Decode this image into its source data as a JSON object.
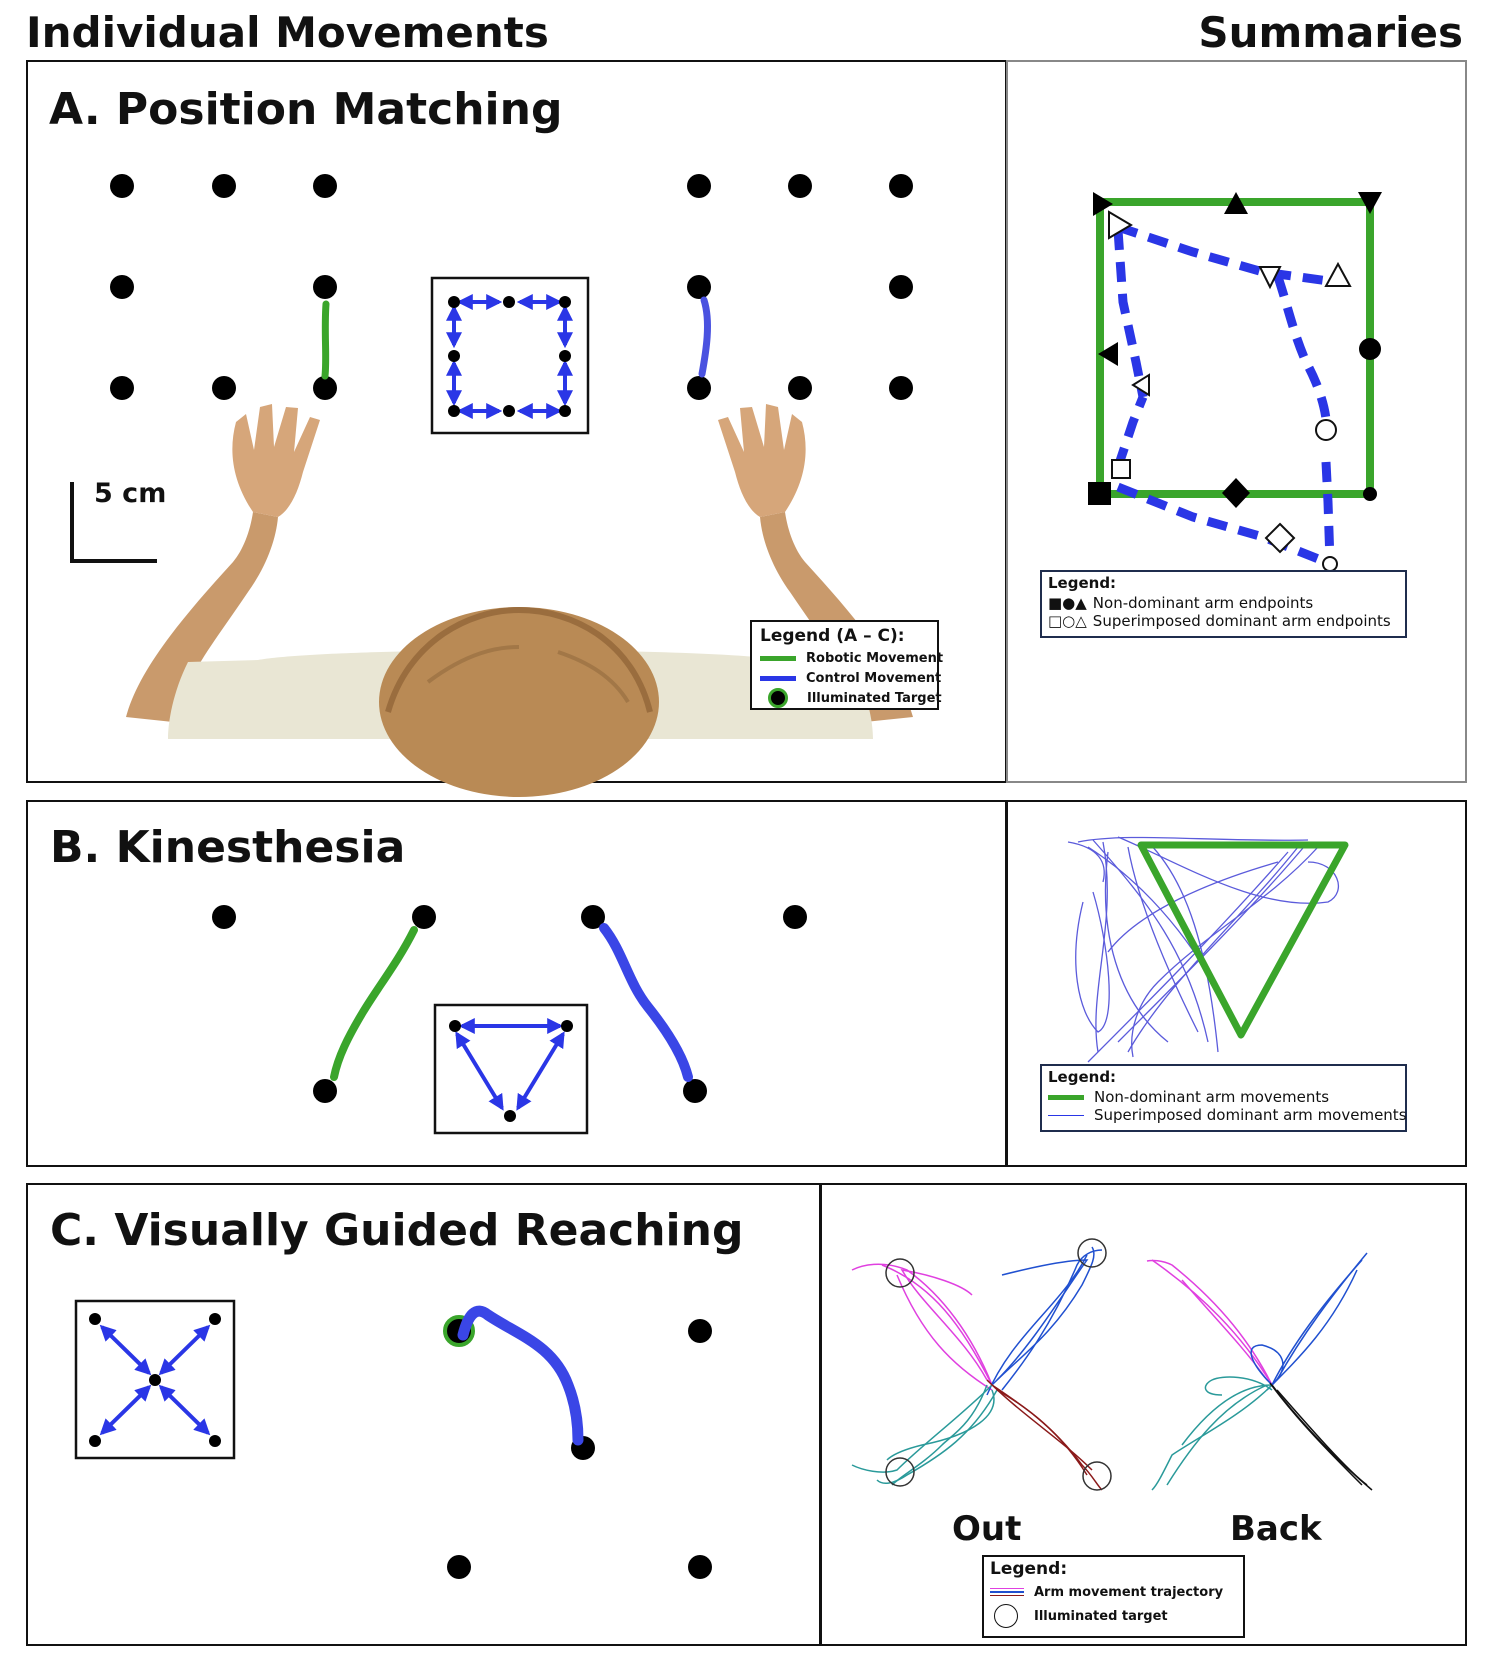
{
  "headers": {
    "left": "Individual Movements",
    "right": "Summaries"
  },
  "colors": {
    "robotic": "#3aa52b",
    "control": "#2a36e6",
    "target": "#000000",
    "traj_magenta": "#e040e0",
    "traj_blue": "#2050d0",
    "traj_teal": "#2a9a9a",
    "traj_brown": "#8b1a1a",
    "traj_black": "#111111"
  },
  "panel_a": {
    "title": "A. Position Matching",
    "scale_label": "5 cm",
    "legend": {
      "title": "Legend (A – C):",
      "items": [
        {
          "label": "Robotic Movement",
          "icon": "green-line"
        },
        {
          "label": "Control Movement",
          "icon": "blue-line"
        },
        {
          "label": "Illuminated Target",
          "icon": "green-ring-dot"
        }
      ]
    },
    "summary_legend": {
      "title": "Legend:",
      "items": [
        {
          "label": "Non-dominant arm endpoints",
          "icon": "filled-square-circle-triangle"
        },
        {
          "label": "Superimposed dominant arm endpoints",
          "icon": "open-square-circle-triangle"
        }
      ]
    }
  },
  "panel_b": {
    "title": "B. Kinesthesia",
    "summary_legend": {
      "title": "Legend:",
      "items": [
        {
          "label": "Non-dominant arm movements",
          "icon": "thick-green-line"
        },
        {
          "label": "Superimposed dominant arm movements",
          "icon": "thin-blue-line"
        }
      ]
    }
  },
  "panel_c": {
    "title": "C. Visually Guided Reaching",
    "label_out": "Out",
    "label_back": "Back",
    "summary_legend": {
      "title": "Legend:",
      "items": [
        {
          "label": "Arm movement trajectory",
          "icon": "multicolor-lines"
        },
        {
          "label": "Illuminated target",
          "icon": "open-circle"
        }
      ]
    }
  }
}
